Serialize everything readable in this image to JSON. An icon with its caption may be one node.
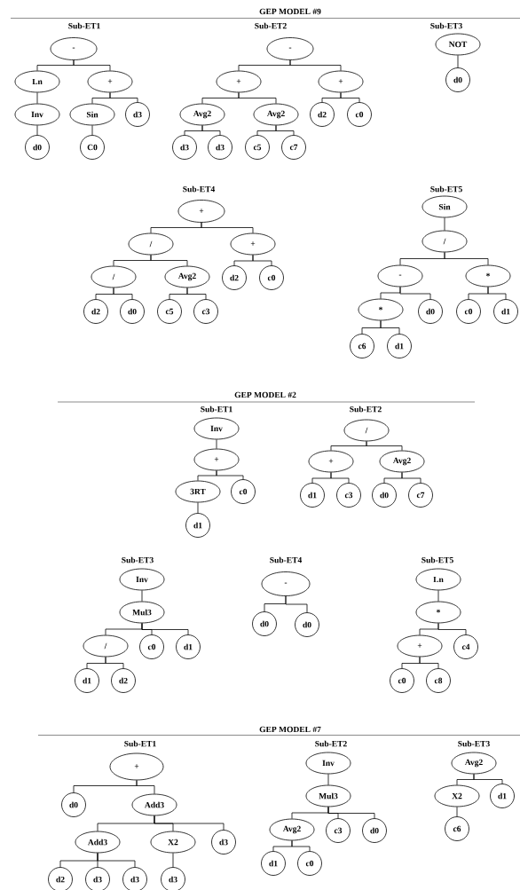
{
  "diagram": {
    "nodes": [
      {
        "text": [
          "-"
        ]
      },
      {
        "text": [
          "Ln"
        ]
      },
      {
        "text": [
          "+"
        ]
      },
      {
        "text": [
          "Inv"
        ]
      },
      {
        "text": [
          "Sin"
        ]
      },
      {
        "text": [
          "d3"
        ]
      },
      {
        "text": [
          "d0"
        ]
      },
      {
        "text": [
          "C0"
        ]
      },
      {
        "text": [
          "-"
        ]
      },
      {
        "text": [
          "+"
        ]
      },
      {
        "text": [
          "+"
        ]
      },
      {
        "text": [
          "Avg2"
        ]
      },
      {
        "text": [
          "Avg2"
        ]
      },
      {
        "text": [
          "d2"
        ]
      },
      {
        "text": [
          "c0"
        ]
      },
      {
        "text": [
          "d3"
        ]
      },
      {
        "text": [
          "d3"
        ]
      },
      {
        "text": [
          "c5"
        ]
      },
      {
        "text": [
          "c7"
        ]
      },
      {
        "text": [
          "NOT"
        ]
      },
      {
        "text": [
          "d0"
        ]
      },
      {
        "text": [
          "+"
        ]
      },
      {
        "text": [
          "/"
        ]
      },
      {
        "text": [
          "+"
        ]
      },
      {
        "text": [
          "/"
        ]
      },
      {
        "text": [
          "Avg2"
        ]
      },
      {
        "text": [
          "d2"
        ]
      },
      {
        "text": [
          "c0"
        ]
      },
      {
        "text": [
          "d2"
        ]
      },
      {
        "text": [
          "d0"
        ]
      },
      {
        "text": [
          "c5"
        ]
      },
      {
        "text": [
          "c3"
        ]
      },
      {
        "text": [
          "Sin"
        ]
      },
      {
        "text": [
          "/"
        ]
      },
      {
        "text": [
          "-"
        ]
      },
      {
        "text": [
          "*"
        ]
      },
      {
        "text": [
          "*"
        ]
      },
      {
        "text": [
          "d0"
        ]
      },
      {
        "text": [
          "c0"
        ]
      },
      {
        "text": [
          "d1"
        ]
      },
      {
        "text": [
          "c6"
        ]
      },
      {
        "text": [
          "d1"
        ]
      },
      {
        "text": [
          "Inv"
        ]
      },
      {
        "text": [
          "+"
        ]
      },
      {
        "text": [
          "3RT"
        ]
      },
      {
        "text": [
          "c0"
        ]
      },
      {
        "text": [
          "d1"
        ]
      },
      {
        "text": [
          "/"
        ]
      },
      {
        "text": [
          "+"
        ]
      },
      {
        "text": [
          "Avg2"
        ]
      },
      {
        "text": [
          "d1"
        ]
      },
      {
        "text": [
          "c3"
        ]
      },
      {
        "text": [
          "d0"
        ]
      },
      {
        "text": [
          "c7"
        ]
      },
      {
        "text": [
          "Inv"
        ]
      },
      {
        "text": [
          "Mul3"
        ]
      },
      {
        "text": [
          "/"
        ]
      },
      {
        "text": [
          "c0"
        ]
      },
      {
        "text": [
          "d1"
        ]
      },
      {
        "text": [
          "d1"
        ]
      },
      {
        "text": [
          "d2"
        ]
      },
      {
        "text": [
          "-"
        ]
      },
      {
        "text": [
          "d0"
        ]
      },
      {
        "text": [
          "d0"
        ]
      },
      {
        "text": [
          "Ln"
        ]
      },
      {
        "text": [
          "*"
        ]
      },
      {
        "text": [
          "+"
        ]
      },
      {
        "text": [
          "c4"
        ]
      },
      {
        "text": [
          "c0"
        ]
      },
      {
        "text": [
          "c8"
        ]
      },
      {
        "text": [
          "+"
        ]
      },
      {
        "text": [
          "d0"
        ]
      },
      {
        "text": [
          "Add3"
        ]
      },
      {
        "text": [
          "Add3"
        ]
      },
      {
        "text": [
          "X2"
        ]
      },
      {
        "text": [
          "d3"
        ]
      },
      {
        "text": [
          "d2"
        ]
      },
      {
        "text": [
          "d3"
        ]
      },
      {
        "text": [
          "d3"
        ]
      },
      {
        "text": [
          "d3"
        ]
      },
      {
        "text": [
          "Inv"
        ]
      },
      {
        "text": [
          "Mul3"
        ]
      },
      {
        "text": [
          "Avg2"
        ]
      },
      {
        "text": [
          "c3"
        ]
      },
      {
        "text": [
          "d0"
        ]
      },
      {
        "text": [
          "d1"
        ]
      },
      {
        "text": [
          "c0"
        ]
      },
      {
        "text": [
          "Avg2"
        ]
      },
      {
        "text": [
          "X2"
        ]
      },
      {
        "text": [
          "d1"
        ]
      },
      {
        "text": [
          "c6"
        ]
      }
    ],
    "edges": [
      {
        "from": 0,
        "to": 1,
        "arrow": "none"
      },
      {
        "from": 0,
        "to": 2,
        "arrow": "none"
      },
      {
        "from": 1,
        "to": 3,
        "arrow": "none"
      },
      {
        "from": 2,
        "to": 4,
        "arrow": "none"
      },
      {
        "from": 2,
        "to": 5,
        "arrow": "none"
      },
      {
        "from": 3,
        "to": 6,
        "arrow": "none"
      },
      {
        "from": 4,
        "to": 7,
        "arrow": "none"
      },
      {
        "from": 8,
        "to": 9,
        "arrow": "none"
      },
      {
        "from": 8,
        "to": 10,
        "arrow": "none"
      },
      {
        "from": 9,
        "to": 11,
        "arrow": "none"
      },
      {
        "from": 9,
        "to": 12,
        "arrow": "none"
      },
      {
        "from": 10,
        "to": 13,
        "arrow": "none"
      },
      {
        "from": 10,
        "to": 14,
        "arrow": "none"
      },
      {
        "from": 11,
        "to": 15,
        "arrow": "none"
      },
      {
        "from": 11,
        "to": 16,
        "arrow": "none"
      },
      {
        "from": 12,
        "to": 17,
        "arrow": "none"
      },
      {
        "from": 12,
        "to": 18,
        "arrow": "none"
      },
      {
        "from": 19,
        "to": 20,
        "arrow": "none"
      },
      {
        "from": 21,
        "to": 22,
        "arrow": "none"
      },
      {
        "from": 21,
        "to": 23,
        "arrow": "none"
      },
      {
        "from": 22,
        "to": 24,
        "arrow": "none"
      },
      {
        "from": 22,
        "to": 25,
        "arrow": "none"
      },
      {
        "from": 23,
        "to": 26,
        "arrow": "none"
      },
      {
        "from": 23,
        "to": 27,
        "arrow": "none"
      },
      {
        "from": 24,
        "to": 28,
        "arrow": "none"
      },
      {
        "from": 24,
        "to": 29,
        "arrow": "none"
      },
      {
        "from": 25,
        "to": 30,
        "arrow": "none"
      },
      {
        "from": 25,
        "to": 31,
        "arrow": "none"
      },
      {
        "from": 32,
        "to": 33,
        "arrow": "none"
      },
      {
        "from": 33,
        "to": 34,
        "arrow": "none"
      },
      {
        "from": 33,
        "to": 35,
        "arrow": "none"
      },
      {
        "from": 34,
        "to": 36,
        "arrow": "none"
      },
      {
        "from": 34,
        "to": 37,
        "arrow": "none"
      },
      {
        "from": 35,
        "to": 38,
        "arrow": "none"
      },
      {
        "from": 35,
        "to": 39,
        "arrow": "none"
      },
      {
        "from": 36,
        "to": 40,
        "arrow": "none"
      },
      {
        "from": 36,
        "to": 41,
        "arrow": "none"
      },
      {
        "from": 42,
        "to": 43,
        "arrow": "none"
      },
      {
        "from": 43,
        "to": 44,
        "arrow": "none"
      },
      {
        "from": 43,
        "to": 45,
        "arrow": "none"
      },
      {
        "from": 44,
        "to": 46,
        "arrow": "none"
      },
      {
        "from": 47,
        "to": 48,
        "arrow": "none"
      },
      {
        "from": 47,
        "to": 49,
        "arrow": "none"
      },
      {
        "from": 48,
        "to": 50,
        "arrow": "none"
      },
      {
        "from": 48,
        "to": 51,
        "arrow": "none"
      },
      {
        "from": 49,
        "to": 52,
        "arrow": "none"
      },
      {
        "from": 49,
        "to": 53,
        "arrow": "none"
      },
      {
        "from": 54,
        "to": 55,
        "arrow": "none"
      },
      {
        "from": 55,
        "to": 56,
        "arrow": "none"
      },
      {
        "from": 55,
        "to": 57,
        "arrow": "none"
      },
      {
        "from": 55,
        "to": 58,
        "arrow": "none"
      },
      {
        "from": 56,
        "to": 59,
        "arrow": "none"
      },
      {
        "from": 56,
        "to": 60,
        "arrow": "none"
      },
      {
        "from": 61,
        "to": 62,
        "arrow": "none"
      },
      {
        "from": 61,
        "to": 63,
        "arrow": "none"
      },
      {
        "from": 64,
        "to": 65,
        "arrow": "none"
      },
      {
        "from": 65,
        "to": 66,
        "arrow": "none"
      },
      {
        "from": 65,
        "to": 67,
        "arrow": "none"
      },
      {
        "from": 66,
        "to": 68,
        "arrow": "none"
      },
      {
        "from": 66,
        "to": 69,
        "arrow": "none"
      },
      {
        "from": 70,
        "to": 71,
        "arrow": "none"
      },
      {
        "from": 70,
        "to": 72,
        "arrow": "none"
      },
      {
        "from": 72,
        "to": 73,
        "arrow": "none"
      },
      {
        "from": 72,
        "to": 74,
        "arrow": "none"
      },
      {
        "from": 72,
        "to": 75,
        "arrow": "none"
      },
      {
        "from": 73,
        "to": 76,
        "arrow": "none"
      },
      {
        "from": 73,
        "to": 77,
        "arrow": "none"
      },
      {
        "from": 73,
        "to": 78,
        "arrow": "none"
      },
      {
        "from": 74,
        "to": 79,
        "arrow": "none"
      },
      {
        "from": 80,
        "to": 81,
        "arrow": "none"
      },
      {
        "from": 81,
        "to": 82,
        "arrow": "none"
      },
      {
        "from": 81,
        "to": 83,
        "arrow": "none"
      },
      {
        "from": 81,
        "to": 84,
        "arrow": "none"
      },
      {
        "from": 82,
        "to": 85,
        "arrow": "none"
      },
      {
        "from": 82,
        "to": 86,
        "arrow": "none"
      },
      {
        "from": 87,
        "to": 88,
        "arrow": "none"
      },
      {
        "from": 87,
        "to": 89,
        "arrow": "none"
      },
      {
        "from": 88,
        "to": 90,
        "arrow": "none"
      }
    ],
    "labels": [
      "GEP MODEL #9",
      "Sub-ET1",
      "Sub-ET2",
      "Sub-ET3",
      "Sub-ET4",
      "Sub-ET5",
      "GEP MODEL #2",
      "Sub-ET1",
      "Sub-ET2",
      "Sub-ET3",
      "Sub-ET4",
      "Sub-ET5",
      "GEP MODEL #7",
      "Sub-ET1",
      "Sub-ET2",
      "Sub-ET3"
    ]
  }
}
